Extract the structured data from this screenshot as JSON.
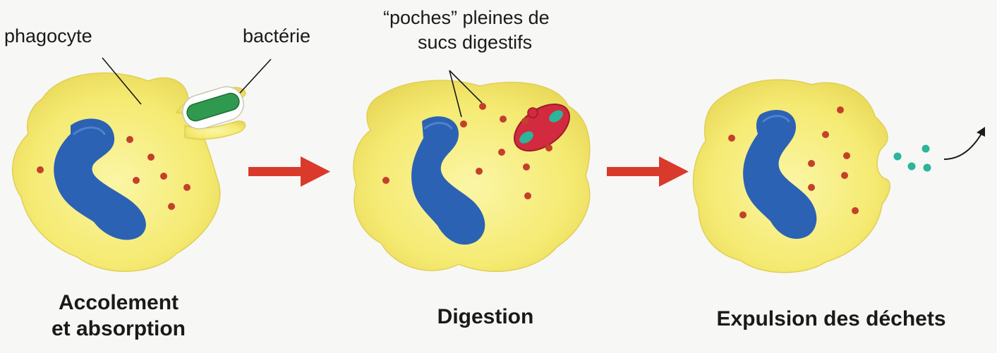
{
  "labels": {
    "phagocyte": "phagocyte",
    "bacterie": "bactérie",
    "poches_line1": "“poches” pleines de",
    "poches_line2": "sucs digestifs"
  },
  "captions": {
    "step1_line1": "Accolement",
    "step1_line2": "et absorption",
    "step2": "Digestion",
    "step3": "Expulsion des déchets"
  },
  "colors": {
    "cytoplasm": "#f6ec7c",
    "nucleus": "#2c62b4",
    "granule": "#c4402a",
    "arrow": "#d93a2b",
    "bacterium": "#2f9a4e",
    "vacuole": "#c8253a",
    "waste": "#2bb59b"
  }
}
